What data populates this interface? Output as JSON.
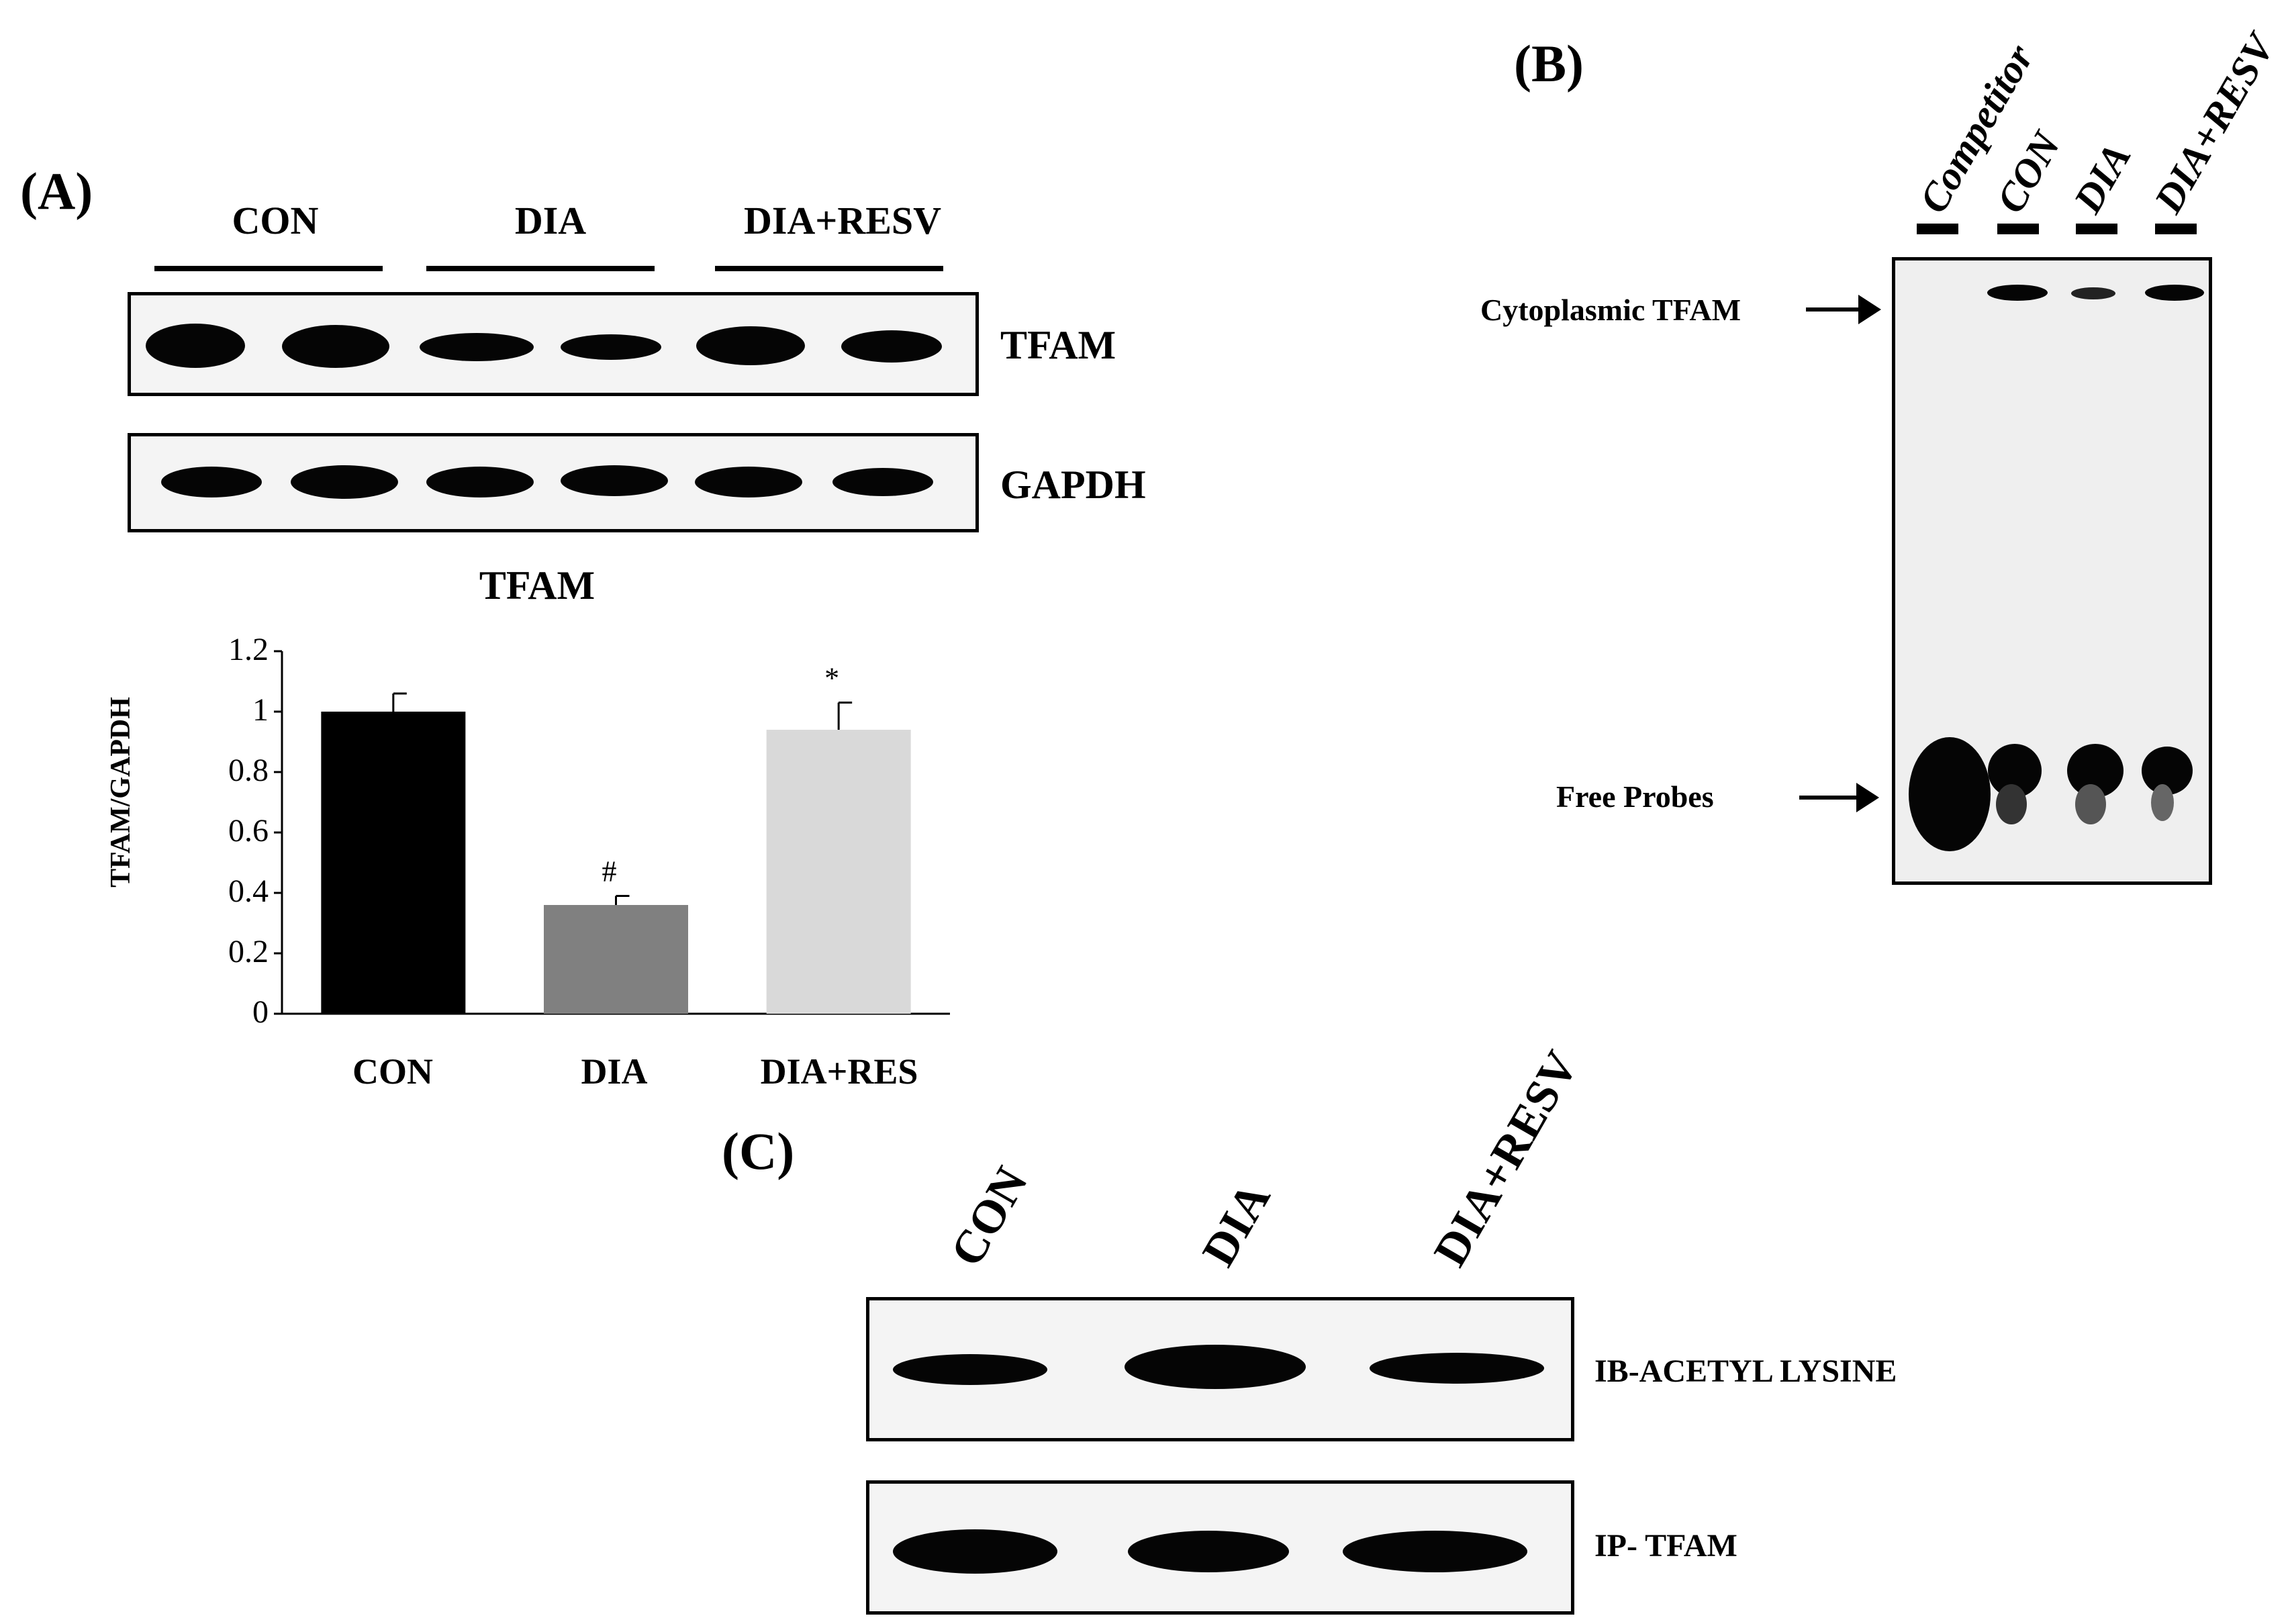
{
  "panel_a": {
    "label": "(A)",
    "groups": [
      "CON",
      "DIA",
      "DIA+RESV"
    ],
    "blot_labels": [
      "TFAM",
      "GAPDH"
    ],
    "chart_title": "TFAM"
  },
  "panel_b": {
    "label": "(B)",
    "lanes": [
      "Competitor",
      "CON",
      "DIA",
      "DIA+RESV"
    ],
    "arrow_labels": [
      "Cytoplasmic TFAM",
      "Free Probes"
    ]
  },
  "panel_c": {
    "label": "(C)",
    "lanes": [
      "CON",
      "DIA",
      "DIA+RESV"
    ],
    "blot_labels": [
      "IB-ACETYL LYSINE",
      "IP- TFAM"
    ]
  },
  "chart_data": {
    "type": "bar",
    "title": "TFAM",
    "categories": [
      "CON",
      "DIA",
      "DIA+RES"
    ],
    "values": [
      1.0,
      0.36,
      0.94
    ],
    "errors": [
      0.06,
      0.03,
      0.09
    ],
    "annotations": [
      "",
      "#",
      "*"
    ],
    "colors": [
      "#000000",
      "#808080",
      "#d9d9d9"
    ],
    "ylabel": "TFAM/GAPDH",
    "ylim": [
      0,
      1.2
    ],
    "yticks": [
      "0",
      "0.2",
      "0.4",
      "0.6",
      "0.8",
      "1",
      "1.2"
    ],
    "grid": false
  }
}
